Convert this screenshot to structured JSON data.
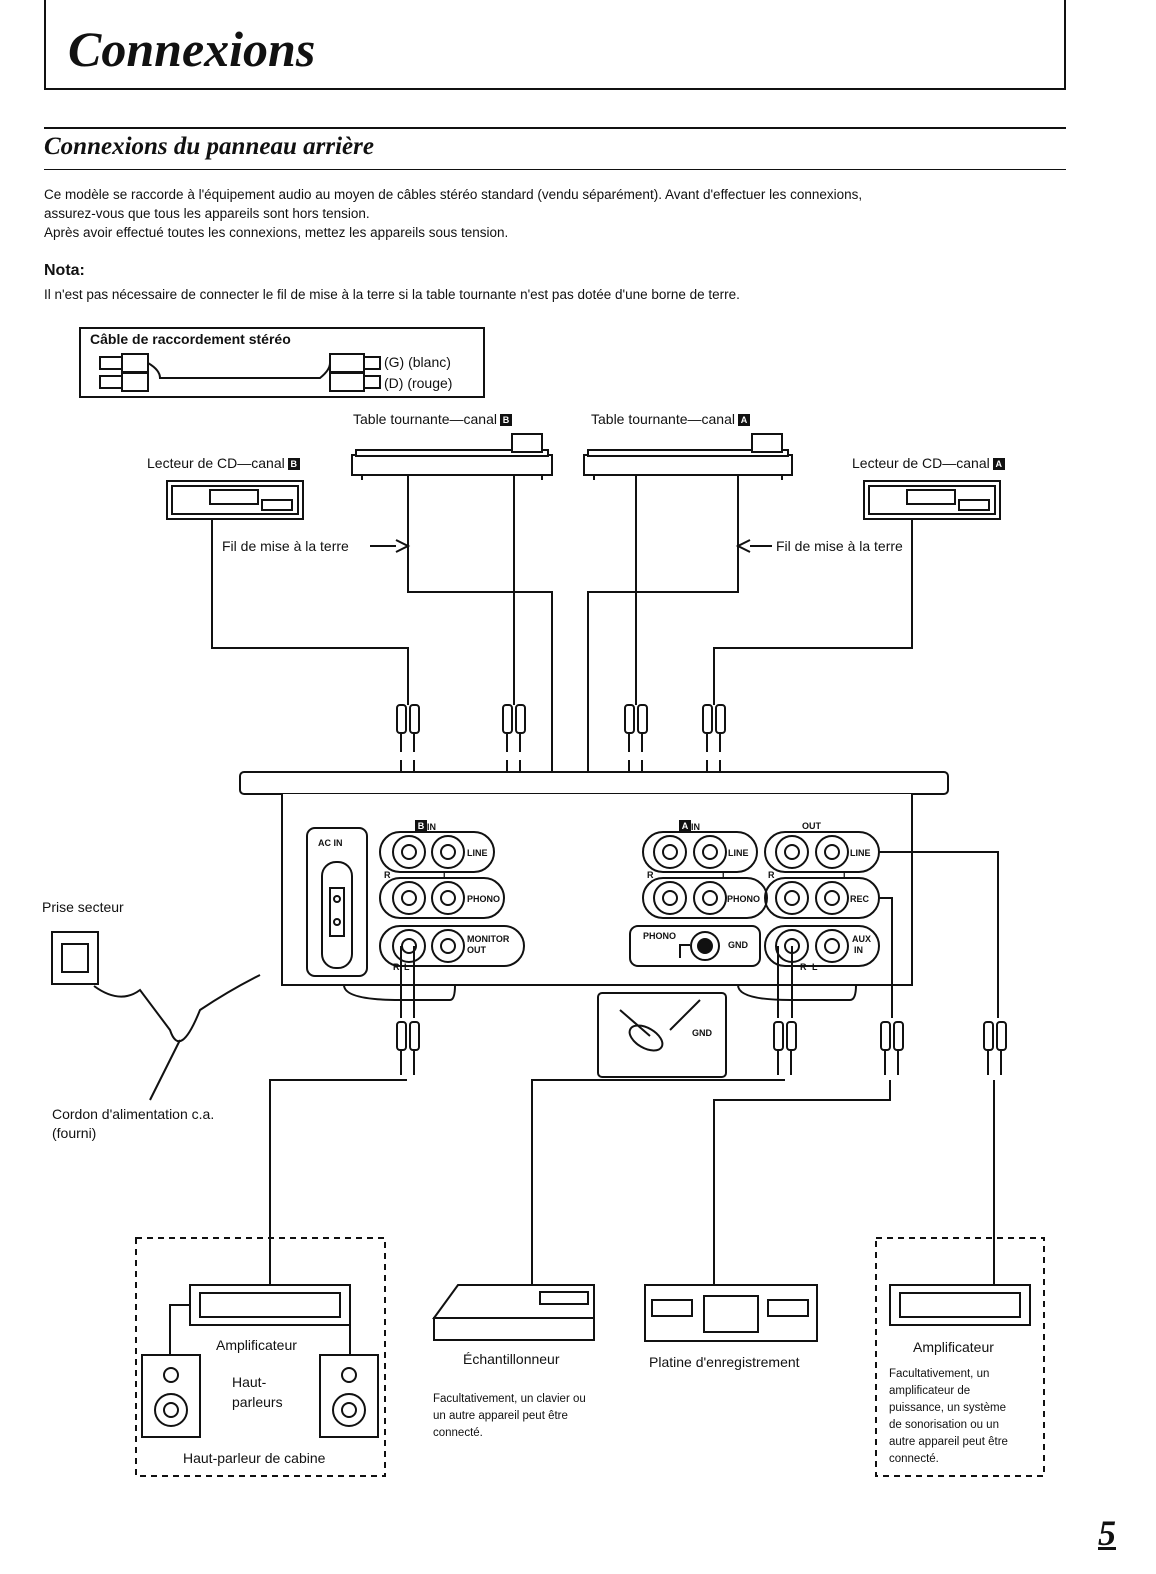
{
  "page": {
    "title": "Connexions",
    "section_title": "Connexions du panneau arrière",
    "intro_line1": "Ce modèle se raccorde à l'équipement audio au moyen de câbles stéréo standard (vendu séparément). Avant d'effectuer les connexions,",
    "intro_line2": "assurez-vous que tous les appareils sont hors tension.",
    "intro_line3": "Après avoir effectué toutes les connexions, mettez les appareils sous tension.",
    "nota_label": "Nota:",
    "nota_text": "Il n'est pas nécessaire de connecter le fil de mise à la terre si la table tournante n'est pas dotée d'une borne de terre.",
    "page_number": "5"
  },
  "cable": {
    "title": "Câble de raccordement stéréo",
    "left_label": "(G)  (blanc)",
    "right_label": "(D)  (rouge)"
  },
  "devices": {
    "turntable_b": "Table tournante—canal",
    "turntable_a": "Table tournante—canal",
    "cd_b": "Lecteur de CD—canal",
    "cd_a": "Lecteur de CD—canal",
    "badge_a": "A",
    "badge_b": "B",
    "ground_left": "Fil de mise à la terre",
    "ground_right": "Fil de mise à la terre",
    "outlet": "Prise secteur",
    "power_cord_1": "Cordon d'alimentation c.a.",
    "power_cord_2": "(fourni)"
  },
  "panel": {
    "ac_in": "AC IN",
    "in": "IN",
    "out": "OUT",
    "line": "LINE",
    "phono": "PHONO",
    "monitor_out_1": "MONITOR",
    "monitor_out_2": "OUT",
    "gnd": "GND",
    "rec": "REC",
    "aux_in_1": "AUX",
    "aux_in_2": "IN",
    "r": "R",
    "l": "L"
  },
  "bottom": {
    "amplifier_left": "Amplificateur",
    "speakers_1": "Haut-",
    "speakers_2": "parleurs",
    "cabin_speaker": "Haut-parleur de cabine",
    "sampler": "Échantillonneur",
    "sampler_note": [
      "Facultativement, un clavier ou",
      "un autre appareil peut être",
      "connecté."
    ],
    "tape_deck": "Platine d'enregistrement",
    "amplifier_right": "Amplificateur",
    "amp_note": [
      "Facultativement, un",
      "amplificateur de",
      "puissance, un système",
      "de sonorisation ou un",
      "autre appareil peut être",
      "connecté."
    ]
  },
  "icons": {
    "rca_plug": "rca-plug-icon",
    "ground_arrow": "arrow-icon",
    "wall_outlet": "outlet-icon"
  }
}
